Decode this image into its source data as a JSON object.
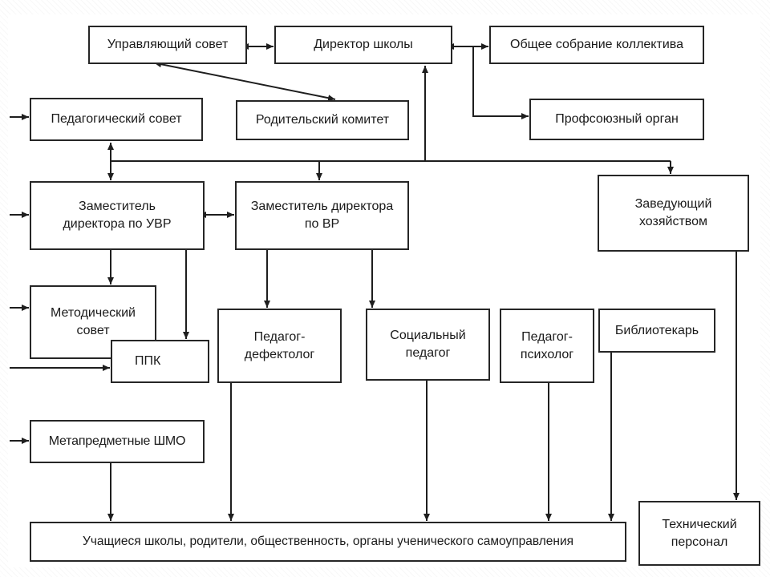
{
  "nodes": {
    "governing_council": "Управляющий совет",
    "school_director": "Директор школы",
    "general_meeting": "Общее собрание коллектива",
    "pedagogical_council": "Педагогический совет",
    "parent_committee": "Родительский комитет",
    "trade_union": "Профсоюзный орган",
    "deputy_uvr": "Заместитель директора по УВР",
    "deputy_vr": "Заместитель директора по ВР",
    "household_manager": "Заведующий хозяйством",
    "methodical_council": "Методический совет",
    "ppk": "ППК",
    "defectologist": "Педагог-дефектолог",
    "social_pedagogue": "Социальный педагог",
    "psychologist": "Педагог-психолог",
    "librarian": "Библиотекарь",
    "metasubject_shmo": "Метапредметные ШМО",
    "students_parents": "Учащиеся школы, родители, общественность, органы ученического самоуправления",
    "technical_staff": "Технический персонал"
  }
}
